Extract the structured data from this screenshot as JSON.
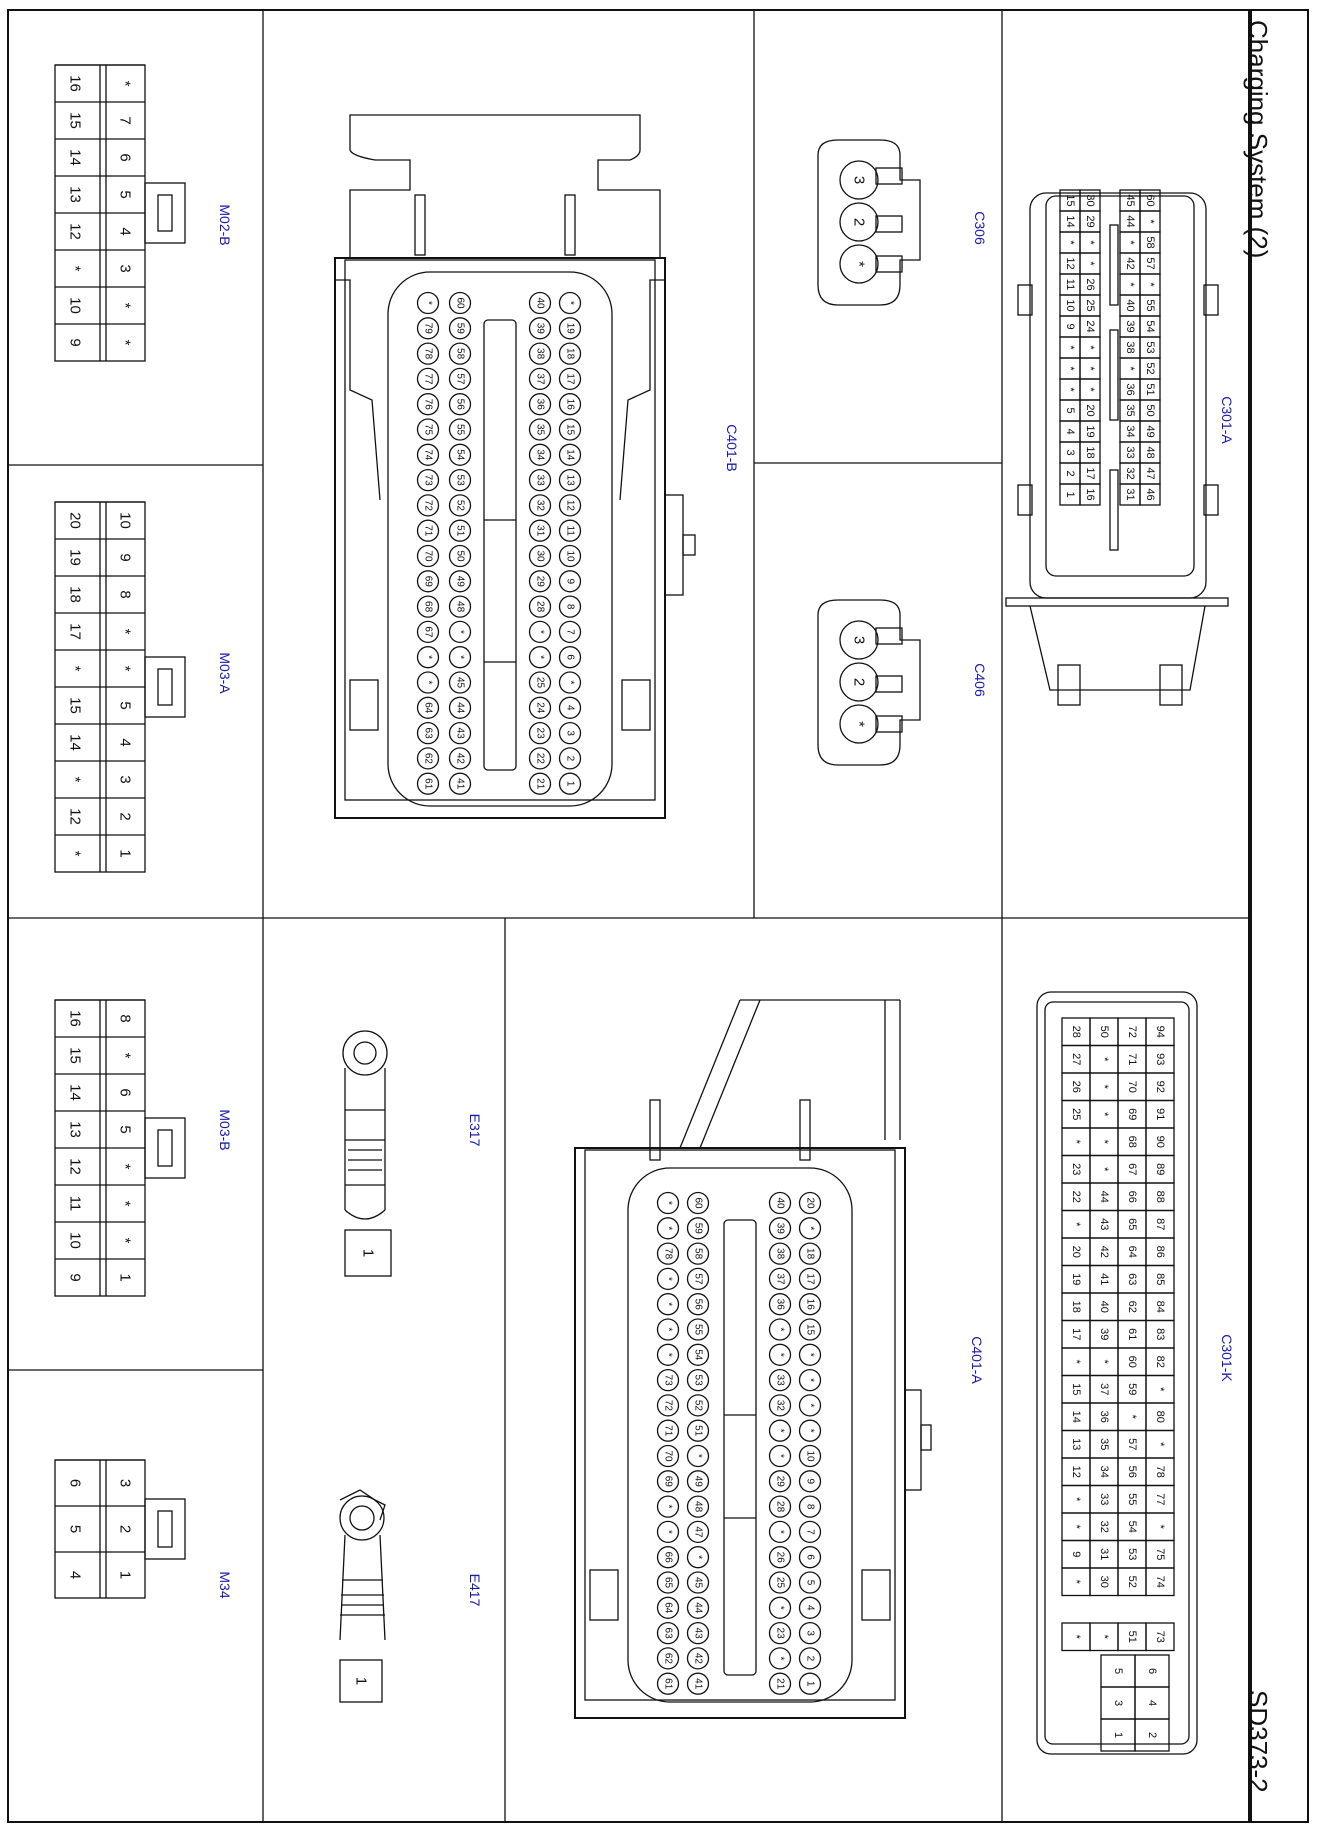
{
  "title": "Charging System (2)",
  "page_code": "SD373-2",
  "connectors": {
    "c301a": {
      "name": "C301-A",
      "grid": [
        [
          "60",
          "*",
          "58",
          "57",
          "*",
          "55",
          "54",
          "53",
          "52",
          "51",
          "50",
          "49",
          "48",
          "47",
          "46"
        ],
        [
          "45",
          "44",
          "*",
          "42",
          "*",
          "40",
          "39",
          "38",
          "*",
          "36",
          "35",
          "34",
          "33",
          "32",
          "31"
        ],
        [
          "30",
          "29",
          "*",
          "*",
          "26",
          "25",
          "24",
          "*",
          "*",
          "*",
          "20",
          "19",
          "18",
          "17",
          "16"
        ],
        [
          "15",
          "14",
          "*",
          "12",
          "11",
          "10",
          "9",
          "*",
          "*",
          "*",
          "5",
          "4",
          "3",
          "2",
          "1"
        ]
      ]
    },
    "c306": {
      "name": "C306",
      "pins": [
        "3",
        "2",
        "*"
      ]
    },
    "c406": {
      "name": "C406",
      "pins": [
        "3",
        "2",
        "*"
      ]
    },
    "c401b": {
      "name": "C401-B",
      "rows": [
        [
          "*",
          "19",
          "18",
          "17",
          "16",
          "15",
          "14",
          "13",
          "12",
          "11",
          "10",
          "9",
          "8",
          "7",
          "6",
          "*",
          "4",
          "3",
          "2",
          "1"
        ],
        [
          "40",
          "39",
          "38",
          "37",
          "36",
          "35",
          "34",
          "33",
          "32",
          "31",
          "30",
          "29",
          "28",
          "*",
          "*",
          "25",
          "24",
          "23",
          "22",
          "21"
        ],
        [
          "60",
          "59",
          "58",
          "57",
          "56",
          "55",
          "54",
          "53",
          "52",
          "51",
          "50",
          "49",
          "48",
          "*",
          "*",
          "45",
          "44",
          "43",
          "42",
          "41"
        ],
        [
          "*",
          "79",
          "78",
          "77",
          "76",
          "75",
          "74",
          "73",
          "72",
          "71",
          "70",
          "69",
          "68",
          "67",
          "*",
          "*",
          "64",
          "63",
          "62",
          "61"
        ]
      ]
    },
    "c401a": {
      "name": "C401-A",
      "rows": [
        [
          "20",
          "*",
          "18",
          "17",
          "16",
          "15",
          "*",
          "*",
          "*",
          "*",
          "10",
          "9",
          "8",
          "7",
          "6",
          "5",
          "4",
          "3",
          "2",
          "1"
        ],
        [
          "40",
          "39",
          "38",
          "37",
          "36",
          "*",
          "*",
          "33",
          "32",
          "*",
          "*",
          "29",
          "28",
          "*",
          "26",
          "25",
          "*",
          "23",
          "*",
          "21"
        ],
        [
          "60",
          "59",
          "58",
          "57",
          "56",
          "55",
          "54",
          "53",
          "52",
          "51",
          "*",
          "49",
          "48",
          "47",
          "*",
          "45",
          "44",
          "43",
          "42",
          "41"
        ],
        [
          "*",
          "*",
          "78",
          "*",
          "*",
          "*",
          "*",
          "73",
          "72",
          "71",
          "70",
          "69",
          "*",
          "*",
          "66",
          "65",
          "64",
          "63",
          "62",
          "61"
        ]
      ]
    },
    "c301k": {
      "name": "C301-K",
      "rows": [
        [
          "94",
          "93",
          "92",
          "91",
          "90",
          "89",
          "88",
          "87",
          "86",
          "85",
          "84",
          "83",
          "82",
          "*",
          "80",
          "*",
          "78",
          "77",
          "*",
          "75",
          "74",
          "",
          "73"
        ],
        [
          "72",
          "71",
          "70",
          "69",
          "68",
          "67",
          "66",
          "65",
          "64",
          "63",
          "62",
          "61",
          "60",
          "59",
          "*",
          "57",
          "56",
          "55",
          "54",
          "53",
          "52",
          "",
          "51"
        ],
        [
          "50",
          "*",
          "*",
          "*",
          "*",
          "*",
          "44",
          "43",
          "42",
          "41",
          "40",
          "39",
          "*",
          "37",
          "36",
          "35",
          "34",
          "33",
          "32",
          "31",
          "30",
          "",
          "*"
        ],
        [
          "28",
          "27",
          "26",
          "25",
          "*",
          "23",
          "22",
          "*",
          "20",
          "19",
          "18",
          "17",
          "*",
          "15",
          "14",
          "13",
          "12",
          "*",
          "*",
          "9",
          "*",
          "",
          "*"
        ]
      ],
      "small": [
        [
          "6",
          "5"
        ],
        [
          "4",
          "3"
        ],
        [
          "2",
          "1"
        ]
      ]
    },
    "m02b": {
      "name": "M02-B",
      "top": [
        "*",
        "7",
        "6",
        "5",
        "4",
        "3",
        "*",
        "*"
      ],
      "bottom": [
        "16",
        "15",
        "14",
        "13",
        "12",
        "*",
        "10",
        "9"
      ]
    },
    "m03a": {
      "name": "M03-A",
      "top": [
        "10",
        "9",
        "8",
        "*",
        "*",
        "5",
        "4",
        "3",
        "2",
        "1"
      ],
      "bottom": [
        "20",
        "19",
        "18",
        "17",
        "*",
        "15",
        "14",
        "*",
        "12",
        "*"
      ]
    },
    "m03b": {
      "name": "M03-B",
      "top": [
        "8",
        "*",
        "6",
        "5",
        "*",
        "*",
        "*",
        "1"
      ],
      "bottom": [
        "16",
        "15",
        "14",
        "13",
        "12",
        "11",
        "10",
        "9"
      ]
    },
    "m34": {
      "name": "M34",
      "top": [
        "3",
        "2",
        "1"
      ],
      "bottom": [
        "6",
        "5",
        "4"
      ]
    },
    "e317": {
      "name": "E317",
      "pin": "1"
    },
    "e417": {
      "name": "E417",
      "pin": "1"
    }
  }
}
